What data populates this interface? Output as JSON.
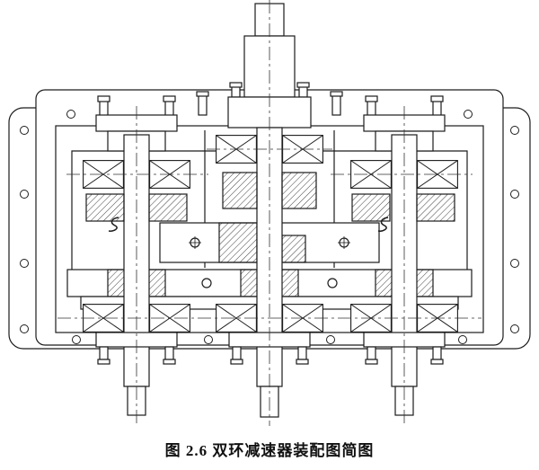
{
  "figure": {
    "caption_label": "图 2.6",
    "caption_title": "双环减速器装配图简图",
    "caption": "图 2.6  双环减速器装配图简图"
  },
  "drawing": {
    "subject": "双环减速器装配图",
    "type": "mechanical-assembly-section-drawing",
    "line_color": "#1c1c1c",
    "background_color": "#ffffff",
    "symbols": [
      "bearing-icon (box with X)",
      "hatched gear sections",
      "dash-dot centerlines",
      "bolt-hole circles",
      "stud-bolts"
    ]
  }
}
